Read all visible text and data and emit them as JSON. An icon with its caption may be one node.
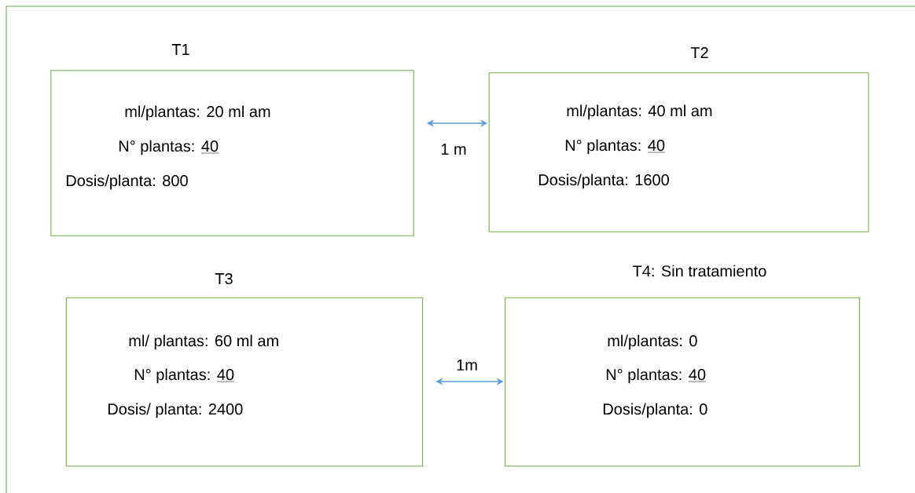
{
  "diagram": {
    "nodes": [
      {
        "text": [
          "T1",
          "ml/plantas: 20 ml am",
          "N° plantas:",
          "40",
          "Dosis/planta: 800"
        ]
      },
      {
        "text": [
          "T2",
          "ml/plantas: 40 ml am",
          "N° plantas:",
          "40",
          "Dosis/planta: 1600"
        ]
      },
      {
        "text": [
          "T3",
          "ml/ plantas: 60 ml am",
          "N° plantas:",
          "40",
          "Dosis/ planta: 2400"
        ]
      },
      {
        "text": [
          "T4: Sin tratamiento",
          "ml/plantas: 0",
          "N° plantas:",
          "40",
          "Dosis/planta: 0"
        ]
      }
    ],
    "edges": [
      {
        "from": 0,
        "to": 1,
        "arrow": "both",
        "label": "1 m"
      },
      {
        "from": 2,
        "to": 3,
        "arrow": "both",
        "label": "1m"
      }
    ]
  }
}
